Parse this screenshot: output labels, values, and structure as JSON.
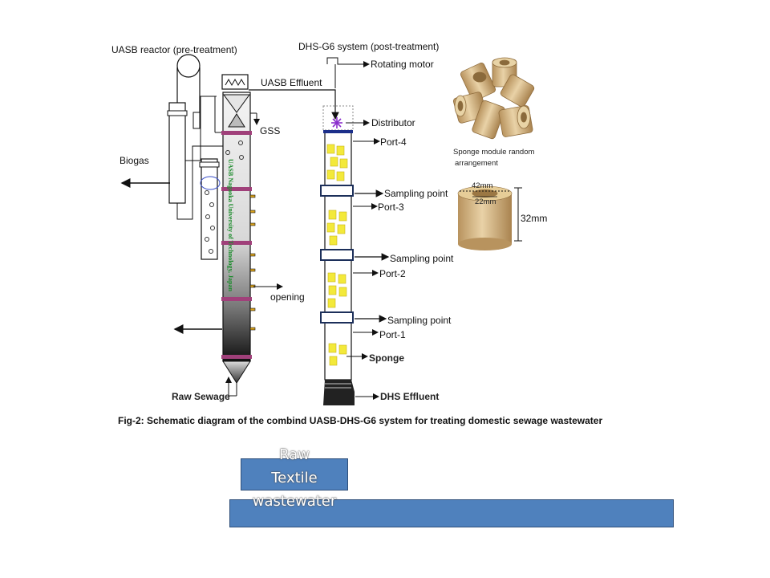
{
  "diagram": {
    "labels": {
      "uasb_reactor": "UASB reactor (pre-treatment)",
      "dhs_system": "DHS-G6 system (post-treatment)",
      "rotating_motor": "Rotating motor",
      "uasb_effluent": "UASB Effluent",
      "distributor": "Distributor",
      "gss": "GSS",
      "biogas": "Biogas",
      "port4": "Port-4",
      "port3": "Port-3",
      "port2": "Port-2",
      "port1": "Port-1",
      "sampling_point_1": "Sampling point",
      "sampling_point_2": "Sampling point",
      "sampling_point_3": "Sampling point",
      "opening": "opening",
      "sponge": "Sponge",
      "dhs_effluent": "DHS Effluent",
      "raw_sewage": "Raw Sewage",
      "sponge_module_1": "Sponge module random",
      "sponge_module_2": "arrangement",
      "dim_42": "42mm",
      "dim_22": "22mm",
      "dim_32": "32mm",
      "vertical_text": "UASB Nagaoka University of Technology, Japan"
    },
    "caption": "Fig-2: Schematic diagram of the combind UASB-DHS-G6 system for treating domestic sewage wastewater"
  },
  "shapes": {
    "raw_label": "Raw\nTextile\nwastewater"
  },
  "colors": {
    "box_fill": "#4f81bd",
    "box_border": "#2f4f7a",
    "sponge_yellow": "#f3e93a",
    "flange_magenta": "#a0407a",
    "sponge_tan": "#c9a878"
  }
}
